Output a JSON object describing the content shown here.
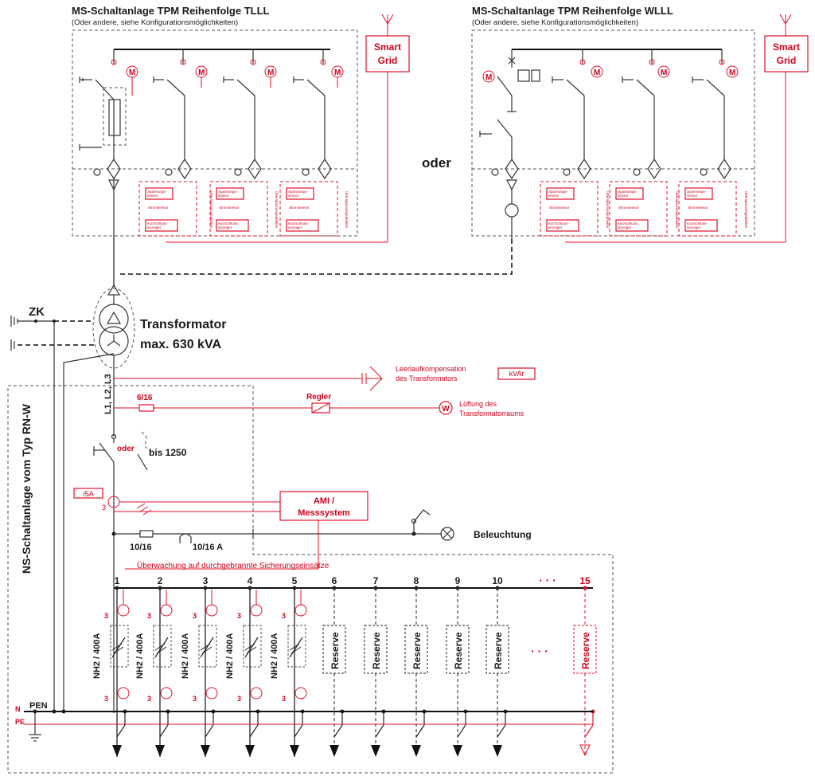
{
  "ms_left": {
    "title": "MS-Schaltanlage TPM Reihenfolge TLLL",
    "subtitle": "(Oder andere, siehe Konfigurationsmöglichkeiten)",
    "smart_grid": [
      "Smart",
      "Grid"
    ]
  },
  "ms_right": {
    "title": "MS-Schaltanlage TPM Reihenfolge WLLL",
    "subtitle": "(Oder andere, siehe Konfigurationsmöglichkeiten)",
    "smart_grid": [
      "Smart",
      "Grid"
    ]
  },
  "oder_center": "oder",
  "motor": "M",
  "sensors": {
    "spannung": [
      "Spannungs-",
      "sensor"
    ],
    "strom": "Stromsensor",
    "kurzschluss": [
      "Kurzschluss-",
      "anzeiger"
    ],
    "ueberspannung": "Überspannungsableiter"
  },
  "zk": "ZK",
  "transformer": {
    "line1": "Transformator",
    "line2": "max. 630 kVA"
  },
  "phases": "L1, L2, L3",
  "ns_label": "NS-Schaltanlage vom Typ RN-W",
  "leerlauf": [
    "Leerlaufkompensation",
    "des Transformators"
  ],
  "kvar": "kVAr",
  "fuse_6_16": "6/16",
  "regler": "Regler",
  "w_symbol": "W",
  "lueftung": [
    "Lüftung des",
    "Transformatorraums"
  ],
  "oder_small": "oder",
  "bis_1250": "bis 1250",
  "ct_5a": "/5A",
  "three": "3",
  "ami": [
    "AMI /",
    "Messsystem"
  ],
  "beleuchtung": "Beleuchtung",
  "fuse_10_16": "10/16",
  "fuse_10_16a": "10/16 A",
  "ueberwachung": "Überwachung auf durchgebrannte Sicherungseinsätze",
  "feeders": [
    "1",
    "2",
    "3",
    "4",
    "5",
    "6",
    "7",
    "8",
    "9",
    "10",
    "15"
  ],
  "ellipsis": "· · ·",
  "nh2": "NH2 / 400A",
  "reserve": "Reserve",
  "n_label": "N",
  "pe_label": "PE",
  "pen_label": "PEN"
}
